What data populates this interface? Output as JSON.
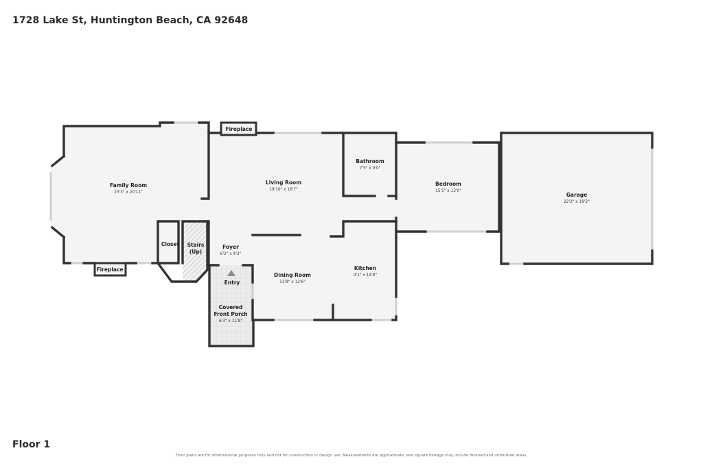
{
  "header": {
    "address": "1728 Lake St, Huntington Beach, CA 92648"
  },
  "footer": {
    "floor_label": "Floor 1",
    "disclaimer": "Floor plans are for informational purposes only and not for construction or design use. Measurements are approximate, and square footage may include finished and unfinished areas."
  },
  "rooms": {
    "family_room": {
      "name": "Family Room",
      "dims": "23'3\" x 20'11\""
    },
    "living_room": {
      "name": "Living Room",
      "dims": "19'10\" x 16'7\""
    },
    "bathroom": {
      "name": "Bathroom",
      "dims": "7'5\" x 9'0\""
    },
    "bedroom": {
      "name": "Bedroom",
      "dims": "15'5\" x 13'0\""
    },
    "garage": {
      "name": "Garage",
      "dims": "22'2\" x 19'2\""
    },
    "closet": {
      "name": "Closet"
    },
    "stairs": {
      "line1": "Stairs",
      "line2": "(Up)"
    },
    "foyer": {
      "name": "Foyer",
      "dims": "6'2\" x 4'3\""
    },
    "dining_room": {
      "name": "Dining Room",
      "dims": "11'8\" x 12'6\""
    },
    "kitchen": {
      "name": "Kitchen",
      "dims": "9'1\" x 14'8\""
    },
    "entry": {
      "name": "Entry"
    },
    "porch": {
      "line1": "Covered",
      "line2": "Front Porch",
      "dims": "6'3\" x 11'8\""
    }
  },
  "fixtures": {
    "fireplace_top": "Fireplace",
    "fireplace_bottom": "Fireplace"
  },
  "colors": {
    "wall": "#333333",
    "floor": "#f4f4f4",
    "porch": "#e6e6e6",
    "window": "#c9c9c9"
  }
}
